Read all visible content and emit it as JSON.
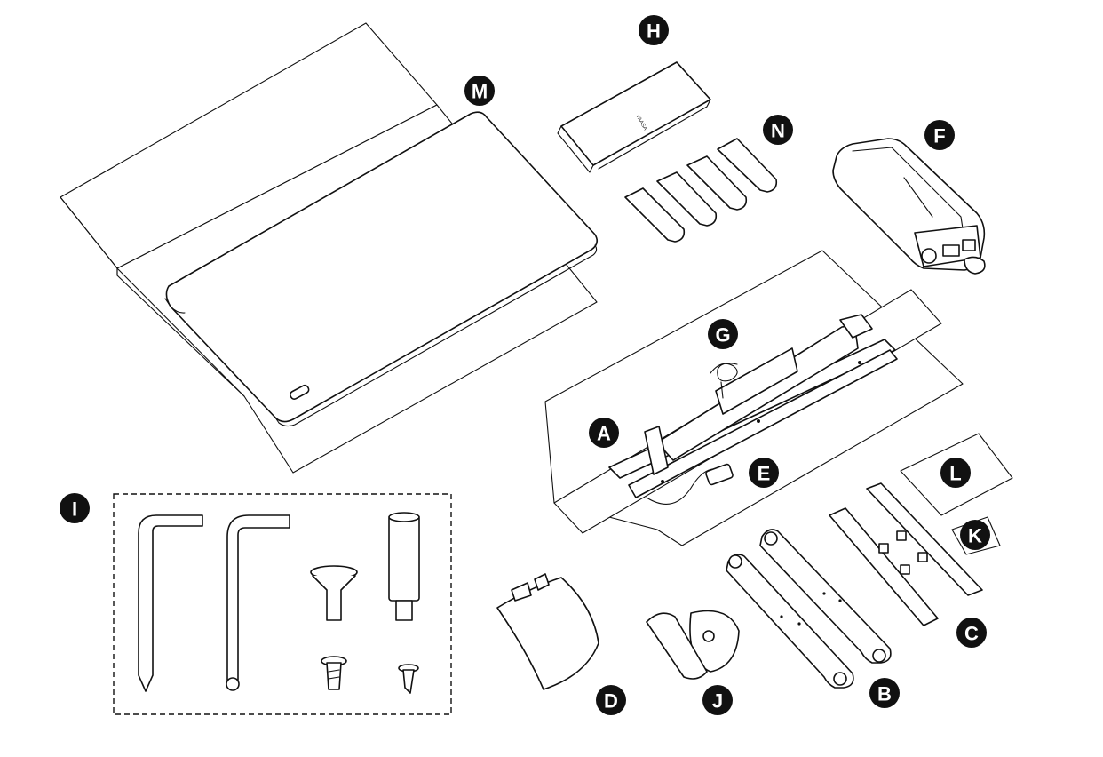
{
  "labels": {
    "A": "A",
    "B": "B",
    "C": "C",
    "D": "D",
    "E": "E",
    "F": "F",
    "G": "G",
    "H": "H",
    "I": "I",
    "J": "J",
    "K": "K",
    "L": "L",
    "M": "M",
    "N": "N"
  },
  "cover_text": "YAASA"
}
